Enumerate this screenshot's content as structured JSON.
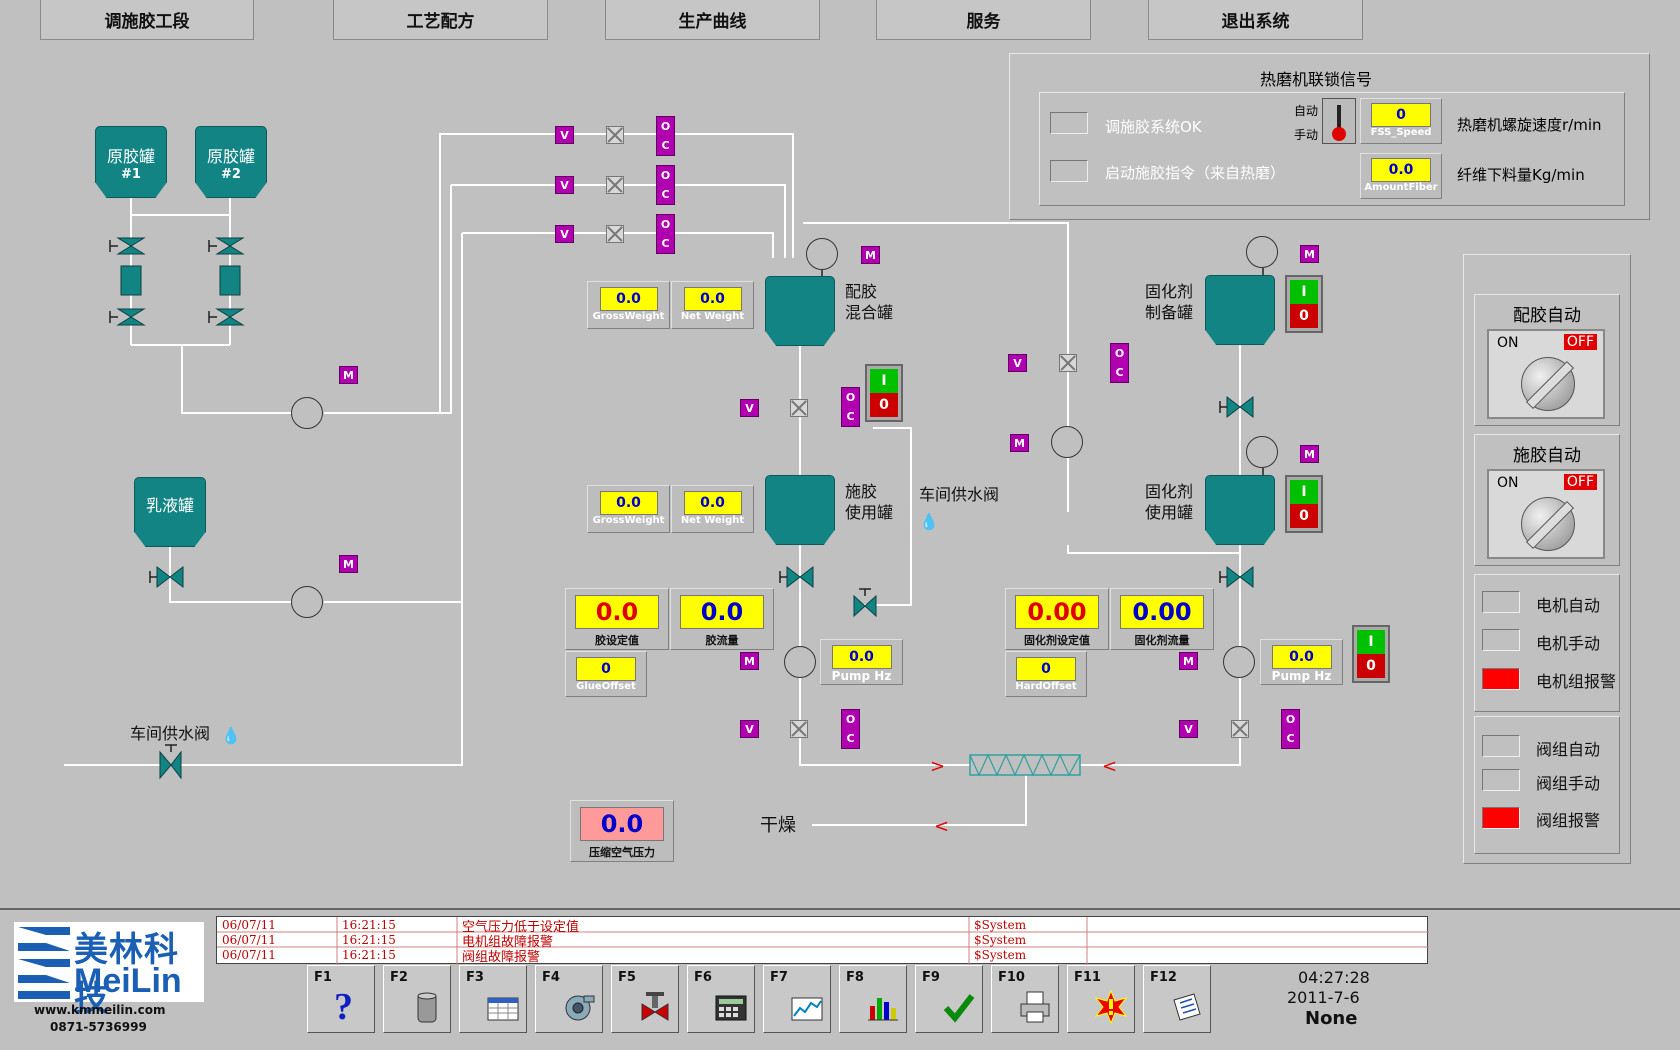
{
  "nav": [
    "调施胶工段",
    "工艺配方",
    "生产曲线",
    "服务",
    "退出系统"
  ],
  "interlock": {
    "title": "热磨机联锁信号",
    "sys_ok": "调施胶系统OK",
    "start_cmd": "启动施胶指令（来自热磨）",
    "auto": "自动",
    "manual": "手动",
    "fss_speed": {
      "value": "0",
      "tag": "FSS_Speed",
      "desc": "热磨机螺旋速度r/min"
    },
    "amount_fiber": {
      "value": "0.0",
      "tag": "AmountFiber",
      "desc": "纤维下料量Kg/min"
    }
  },
  "tanks": {
    "raw1": {
      "name": "原胶罐",
      "num": "#1"
    },
    "raw2": {
      "name": "原胶罐",
      "num": "#2"
    },
    "emulsion": "乳液罐",
    "mix": [
      "配胶",
      "混合罐"
    ],
    "use": [
      "施胶",
      "使用罐"
    ],
    "hard_prep": [
      "固化剂",
      "制备罐"
    ],
    "hard_use": [
      "固化剂",
      "使用罐"
    ]
  },
  "labels": {
    "water_valve": "车间供水阀",
    "water_valve2": "车间供水阀",
    "dry": "干燥",
    "m": "M",
    "v": "V",
    "o": "O",
    "c": "C",
    "sw_on": "I",
    "sw_off": "0",
    "arrow": "<",
    "arrow_r": ">"
  },
  "scales": {
    "mix": {
      "gross": "0.0",
      "gross_label": "GrossWeight",
      "net": "0.0",
      "net_label": "Net Weight"
    },
    "use": {
      "gross": "0.0",
      "gross_label": "GrossWeight",
      "net": "0.0",
      "net_label": "Net Weight"
    }
  },
  "glue": {
    "set": "0.0",
    "set_label": "胶设定值",
    "flow": "0.0",
    "flow_label": "胶流量",
    "offset": "0",
    "offset_label": "GlueOffset",
    "pump": "0.0",
    "pump_label": "Pump Hz"
  },
  "hardener": {
    "set": "0.00",
    "set_label": "固化剂设定值",
    "flow": "0.00",
    "flow_label": "固化剂流量",
    "offset": "0",
    "offset_label": "HardOffset",
    "pump": "0.0",
    "pump_label": "Pump Hz"
  },
  "air": {
    "value": "0.0",
    "label": "压缩空气压力"
  },
  "side": {
    "mix_auto": "配胶自动",
    "glue_auto": "施胶自动",
    "on": "ON",
    "off": "OFF",
    "motor_auto": "电机自动",
    "motor_manual": "电机手动",
    "motor_alarm": "电机组报警",
    "valve_auto": "阀组自动",
    "valve_manual": "阀组手动",
    "valve_alarm": "阀组报警"
  },
  "alarms": [
    {
      "date": "06/07/11",
      "time": "16:21:15",
      "msg": "空气压力低于设定值",
      "src": "$System"
    },
    {
      "date": "06/07/11",
      "time": "16:21:15",
      "msg": "电机组故障报警",
      "src": "$System"
    },
    {
      "date": "06/07/11",
      "time": "16:21:15",
      "msg": "阀组故障报警",
      "src": "$System"
    }
  ],
  "logo": {
    "cn": "美林科技",
    "en": "MeiLin",
    "url": "www.kmmeilin.com",
    "phone": "0871-5736999"
  },
  "fkeys": [
    "F1",
    "F2",
    "F3",
    "F4",
    "F5",
    "F6",
    "F7",
    "F8",
    "F9",
    "F10",
    "F11",
    "F12"
  ],
  "clock": {
    "time": "04:27:28",
    "date": "2011-7-6",
    "user": "None"
  },
  "colors": {
    "tank": "#128484",
    "badge": "#b000b0",
    "display": "#ffff00",
    "alarm": "#c00000"
  }
}
